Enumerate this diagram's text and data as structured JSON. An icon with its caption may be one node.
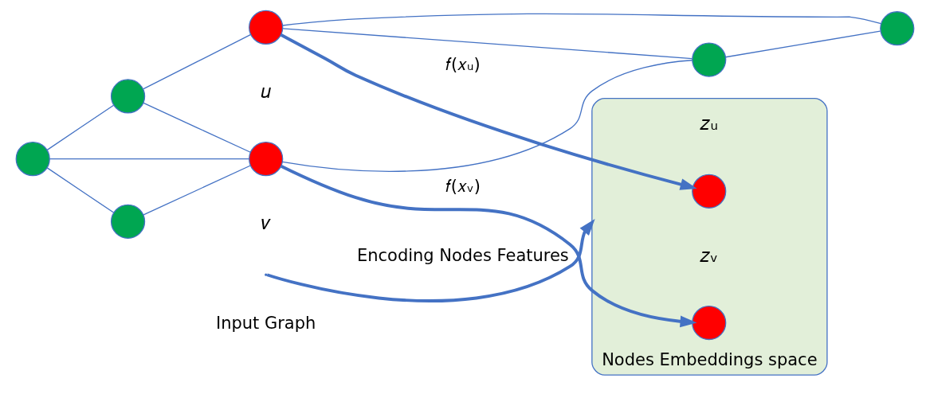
{
  "diagram": {
    "nodes": [
      {
        "text": [],
        "shape": "circle"
      },
      {
        "text": [],
        "shape": "circle"
      },
      {
        "text": [],
        "shape": "circle"
      },
      {
        "text": [],
        "shape": "circle",
        "beside": [
          "𝑣"
        ]
      },
      {
        "text": [],
        "shape": "circle",
        "beside": [
          "𝑢"
        ]
      },
      {
        "text": [],
        "shape": "circle"
      },
      {
        "text": [],
        "shape": "circle"
      },
      {
        "text": [
          "Nodes Embeddings space"
        ]
      },
      {
        "text": [],
        "shape": "circle",
        "in": 7,
        "beside": [
          "𝑧ᵤ"
        ]
      },
      {
        "text": [],
        "shape": "circle",
        "in": 7,
        "beside": [
          "𝑧ᵥ"
        ]
      }
    ],
    "edges": [
      {
        "from": 0,
        "to": 1,
        "arrow": "none"
      },
      {
        "from": 0,
        "to": 2,
        "arrow": "none"
      },
      {
        "from": 0,
        "to": 3,
        "arrow": "none"
      },
      {
        "from": 1,
        "to": 3,
        "arrow": "none"
      },
      {
        "from": 2,
        "to": 3,
        "arrow": "none"
      },
      {
        "from": 1,
        "to": 4,
        "arrow": "none"
      },
      {
        "from": 3,
        "to": 5,
        "arrow": "none"
      },
      {
        "from": 4,
        "to": 5,
        "arrow": "none"
      },
      {
        "from": 4,
        "to": 6,
        "arrow": "none"
      },
      {
        "from": 5,
        "to": 6,
        "arrow": "none"
      },
      {
        "from": 4,
        "to": 8,
        "arrow": "to",
        "label": "𝑓(𝑥ᵤ)",
        "style": "thick"
      },
      {
        "from": 3,
        "to": 9,
        "arrow": "to",
        "label": "𝑓(𝑥ᵥ)",
        "style": "thick"
      },
      {
        "from": null,
        "to": 7,
        "arrow": "to",
        "label": "Encoding Nodes Features",
        "style": "thick"
      }
    ],
    "labels": [
      "Input Graph"
    ]
  }
}
